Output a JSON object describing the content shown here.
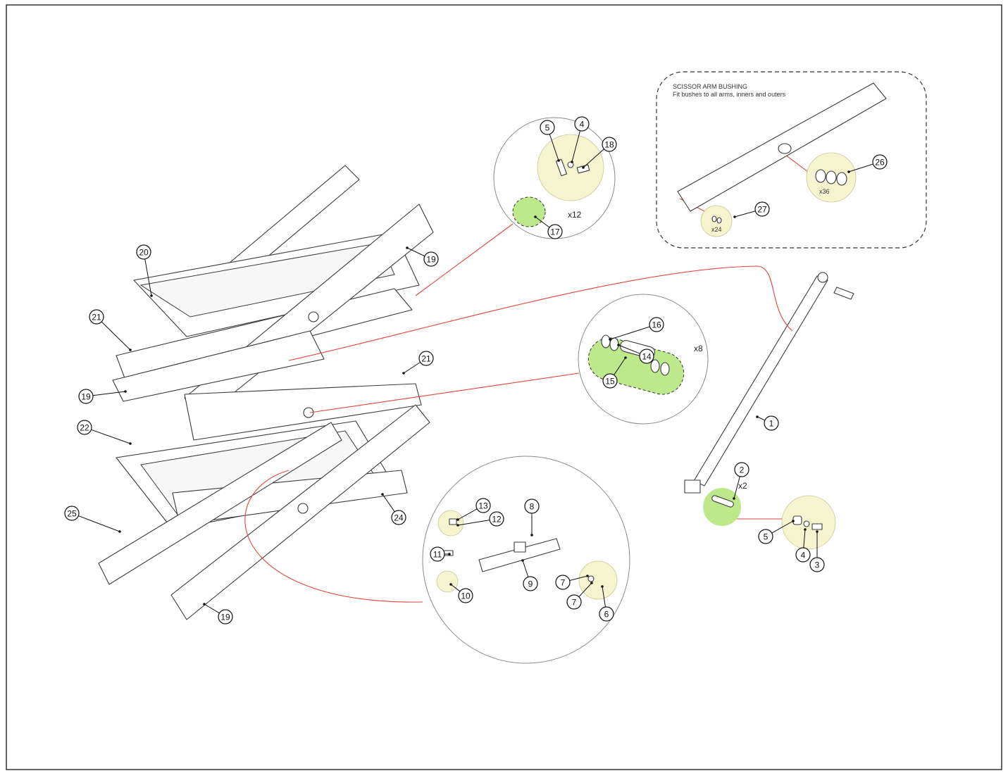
{
  "callout": {
    "title": "SCISSOR ARM BUSHING",
    "subtitle": "Fit bushes to all arms, inners and outers"
  },
  "quantities": {
    "pin_set": "x12",
    "pivot_set": "x8",
    "actuator_pin": "x2",
    "bush_large": "x36",
    "bush_small": "x24"
  },
  "balloons": [
    "1",
    "2",
    "3",
    "4",
    "5",
    "4",
    "5",
    "6",
    "7",
    "7",
    "8",
    "9",
    "10",
    "11",
    "12",
    "13",
    "14",
    "15",
    "16",
    "17",
    "18",
    "19",
    "19",
    "19",
    "20",
    "21",
    "21",
    "22",
    "24",
    "25",
    "26",
    "27"
  ],
  "colors": {
    "highlight_green": "#bde98c",
    "highlight_pale": "#f6f4cf",
    "leader_red": "#e0463c"
  }
}
